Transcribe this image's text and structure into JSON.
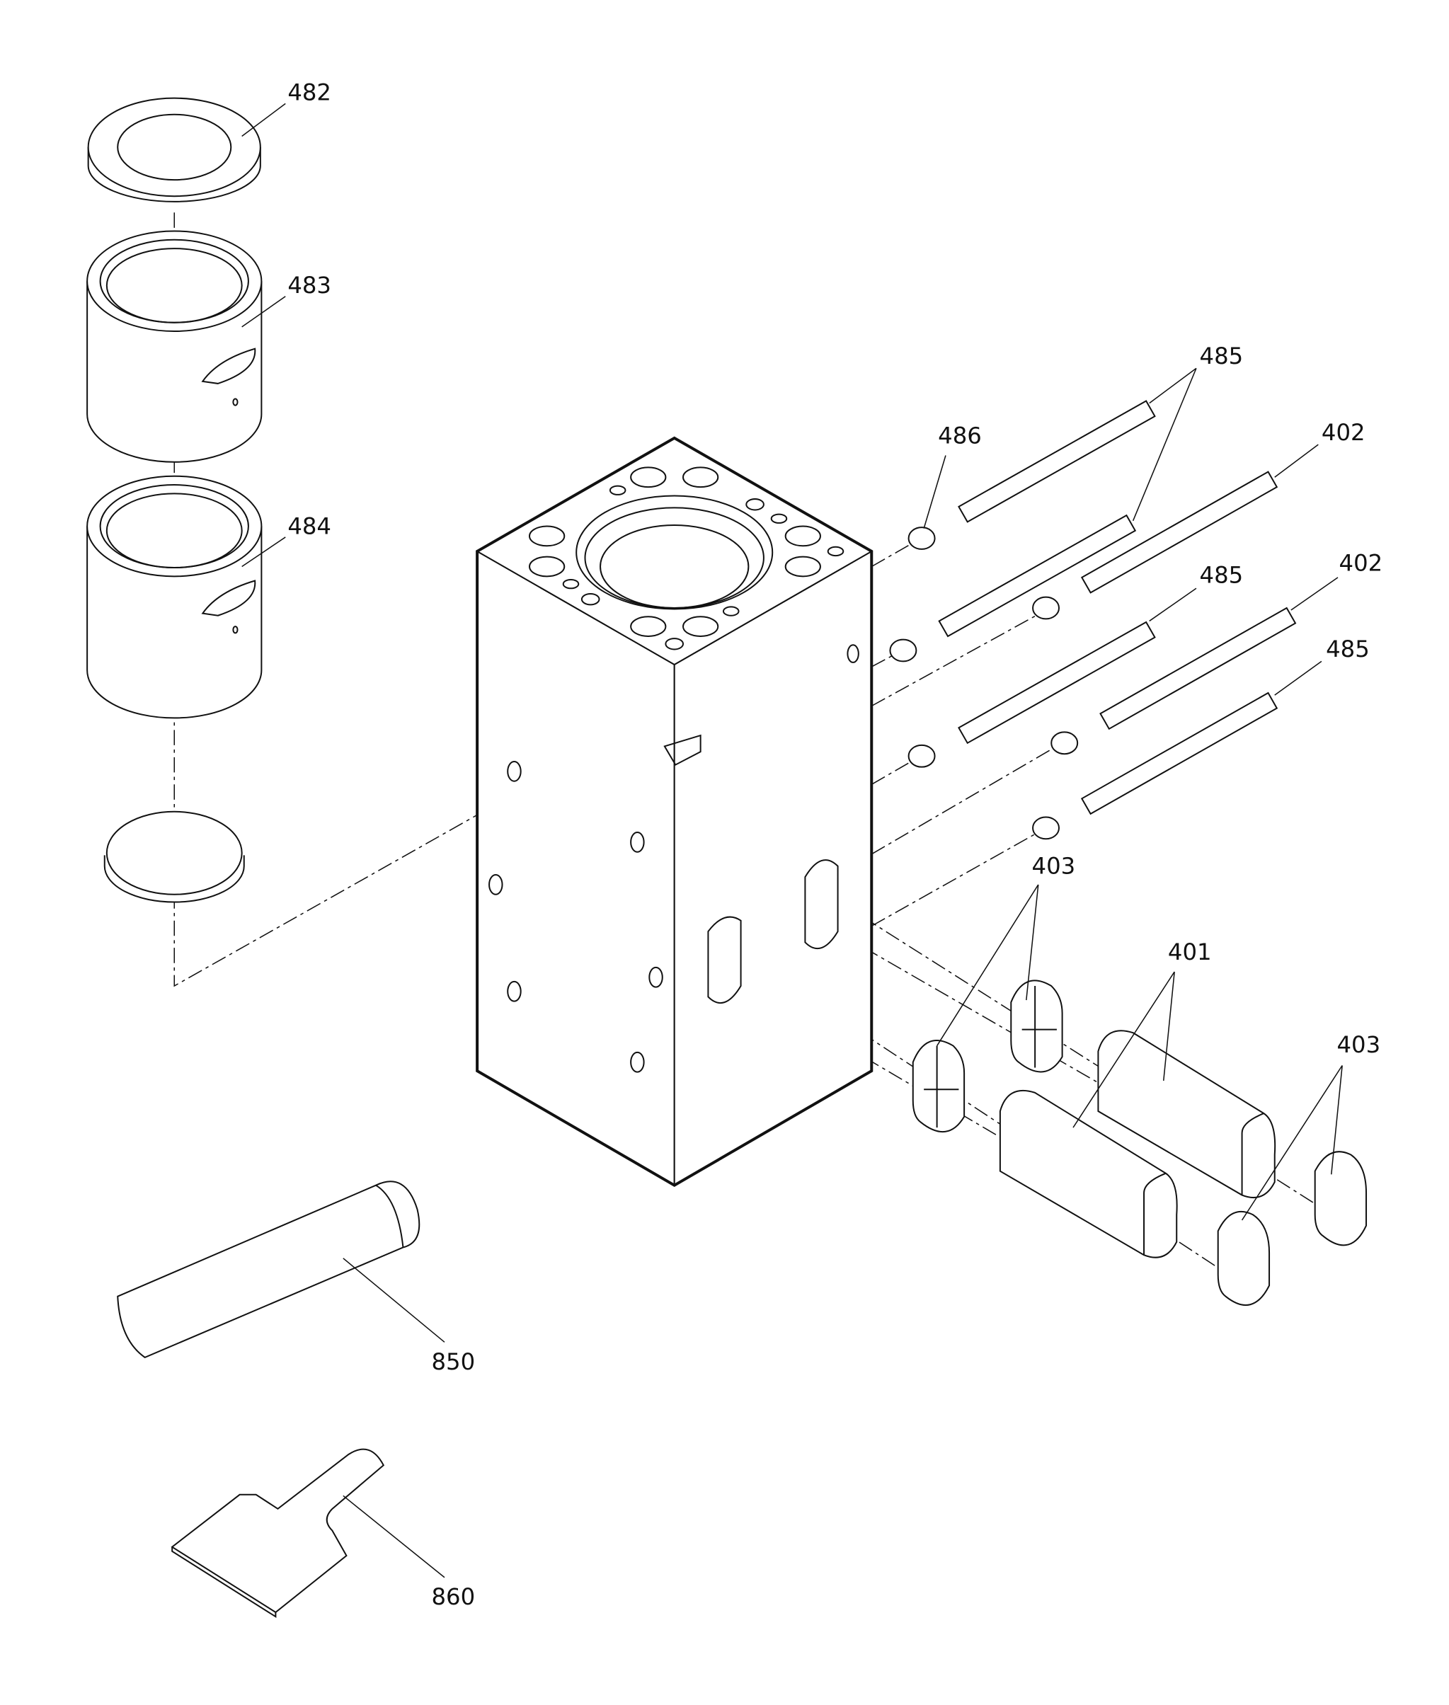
{
  "labels": {
    "ring_482": "482",
    "sleeve_483": "483",
    "sleeve_484": "484",
    "nut_486": "486",
    "rod_485_a": "485",
    "rod_402_a": "402",
    "rod_485_b": "485",
    "rod_402_b": "402",
    "rod_485_c": "485",
    "insert_403_a": "403",
    "block_401": "401",
    "insert_403_b": "403",
    "tool_850": "850",
    "tool_860": "860"
  }
}
